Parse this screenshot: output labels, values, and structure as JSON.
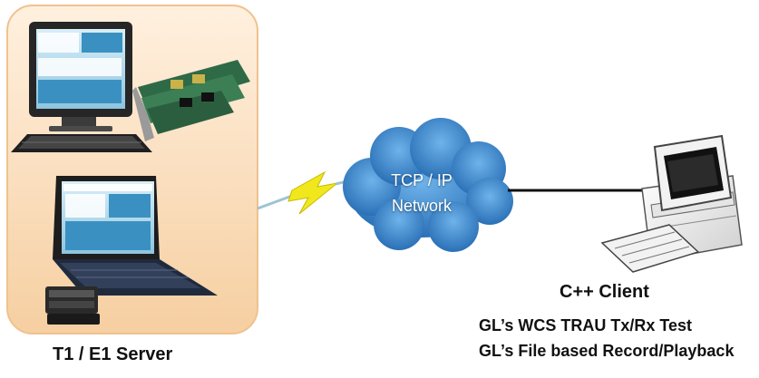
{
  "server": {
    "label": "T1 / E1 Server",
    "panel_color": "#f9d8b4"
  },
  "network": {
    "line1": "TCP / IP",
    "line2": "Network",
    "cloud_color": "#3d86c6"
  },
  "client": {
    "label": "C++ Client",
    "test_line1": "GL’s  WCS TRAU Tx/Rx Test",
    "test_line2": "GL’s File based Record/Playback"
  },
  "colors": {
    "link_line": "#111111",
    "lightning": "#f0e81c"
  },
  "icons": {
    "desktop": "desktop-analyzer-icon",
    "cards": "pci-cards-icon",
    "laptop": "laptop-icon",
    "portable": "portable-unit-icon",
    "cloud": "cloud-icon",
    "client_pc": "client-pc-icon",
    "lightning": "lightning-icon"
  }
}
